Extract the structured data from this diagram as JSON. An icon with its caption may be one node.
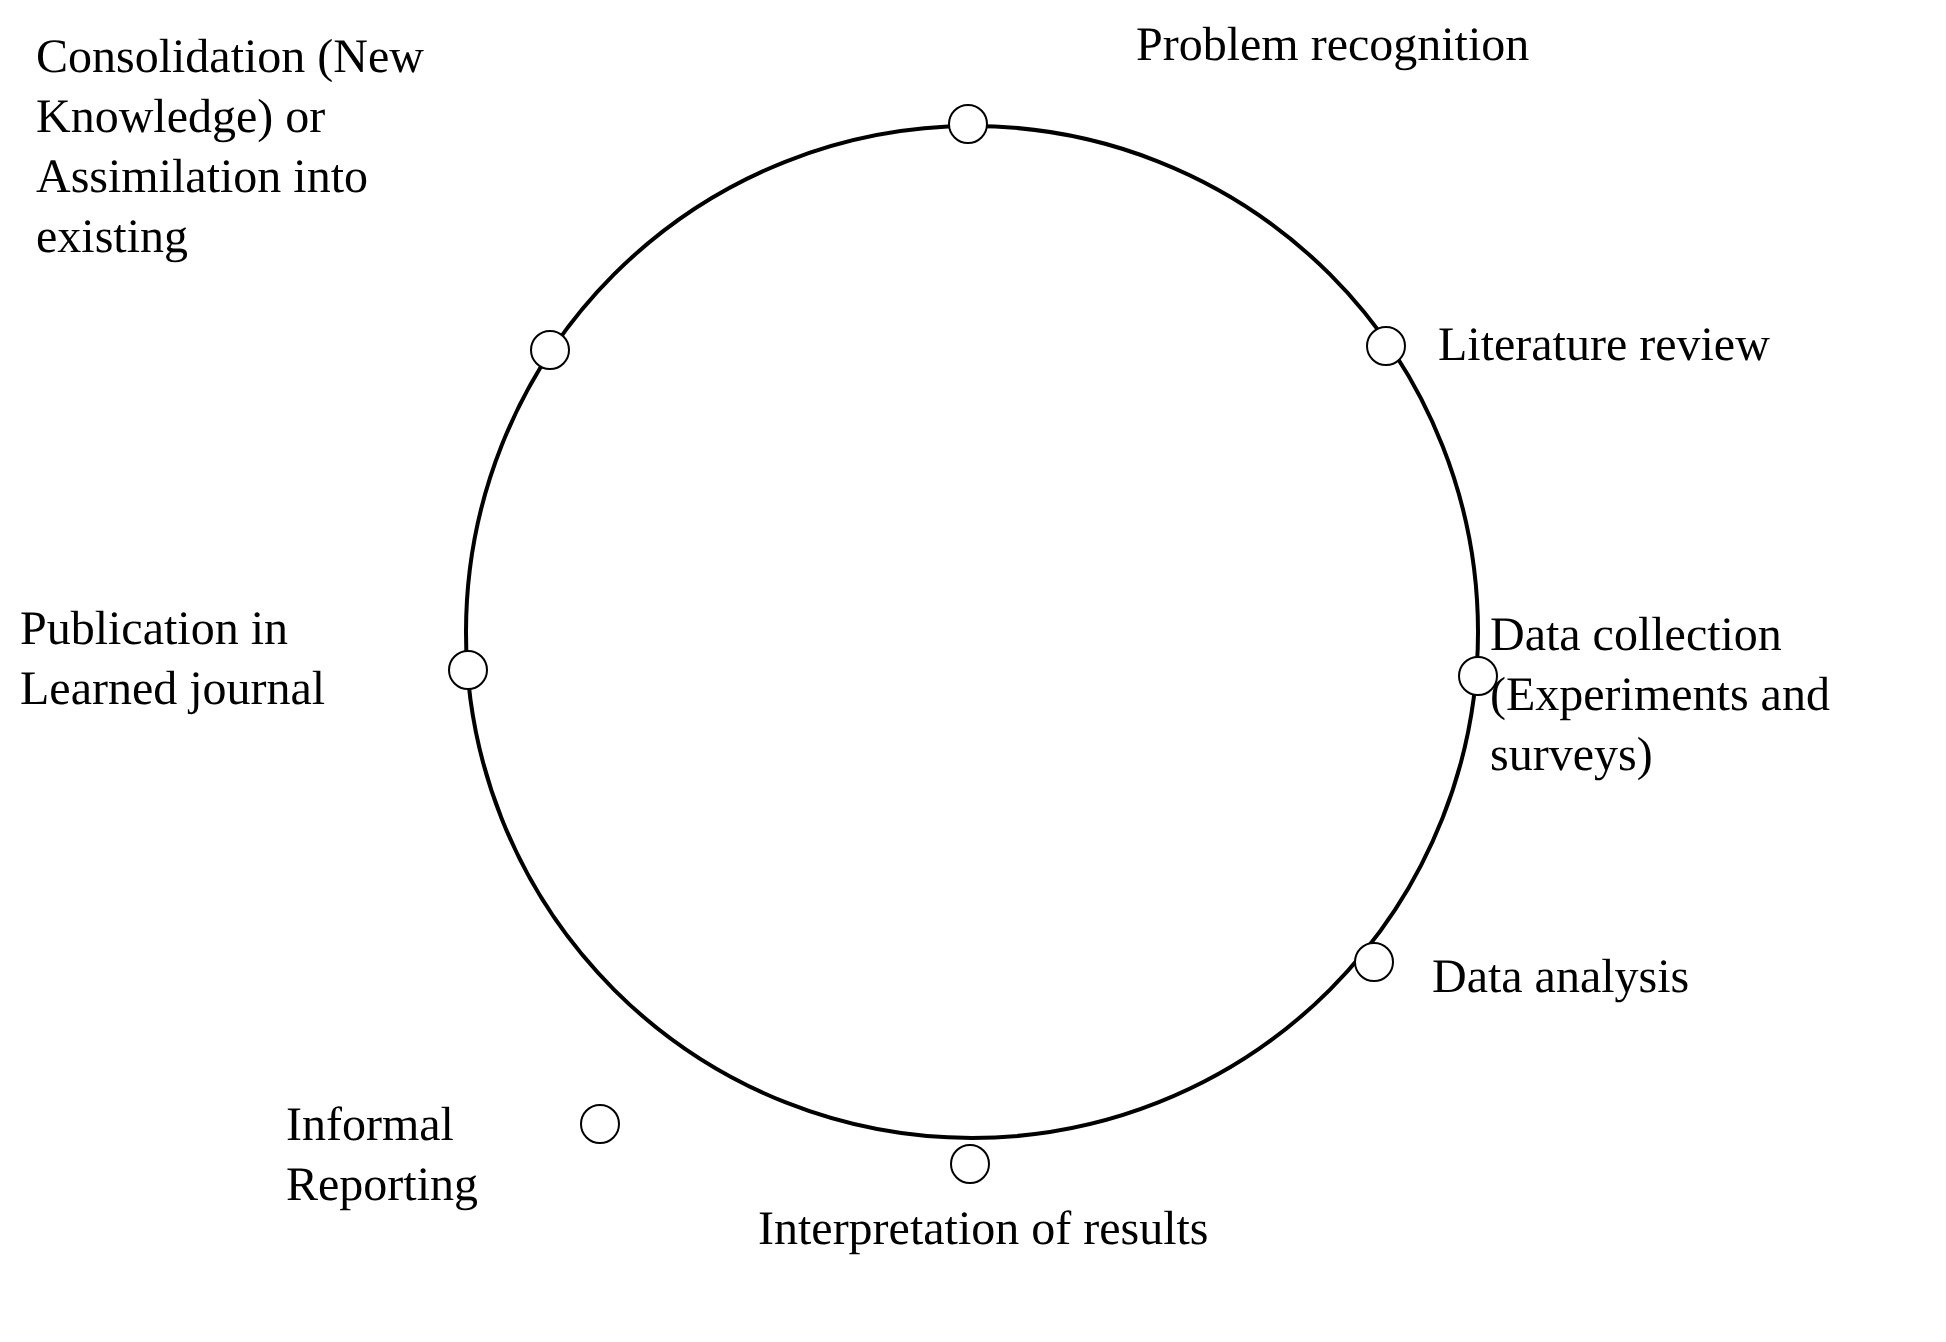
{
  "diagram": {
    "nodes": [
      {
        "text": [],
        "shape": "circle",
        "beside": [
          "Problem recognition"
        ]
      },
      {
        "text": [],
        "shape": "circle",
        "beside": [
          "Literature review"
        ]
      },
      {
        "text": [],
        "shape": "circle",
        "beside": [
          "Data collection (Experiments and surveys)"
        ]
      },
      {
        "text": [],
        "shape": "circle",
        "beside": [
          "Data analysis"
        ]
      },
      {
        "text": [],
        "shape": "circle",
        "beside": [
          "Interpretation of results"
        ]
      },
      {
        "text": [],
        "shape": "circle",
        "beside": [
          "Informal Reporting"
        ]
      },
      {
        "text": [],
        "shape": "circle",
        "beside": [
          "Publication in Learned journal"
        ]
      },
      {
        "text": [],
        "shape": "circle",
        "beside": [
          "Consolidation (New Knowledge) or Assimilation into existing"
        ]
      }
    ]
  }
}
